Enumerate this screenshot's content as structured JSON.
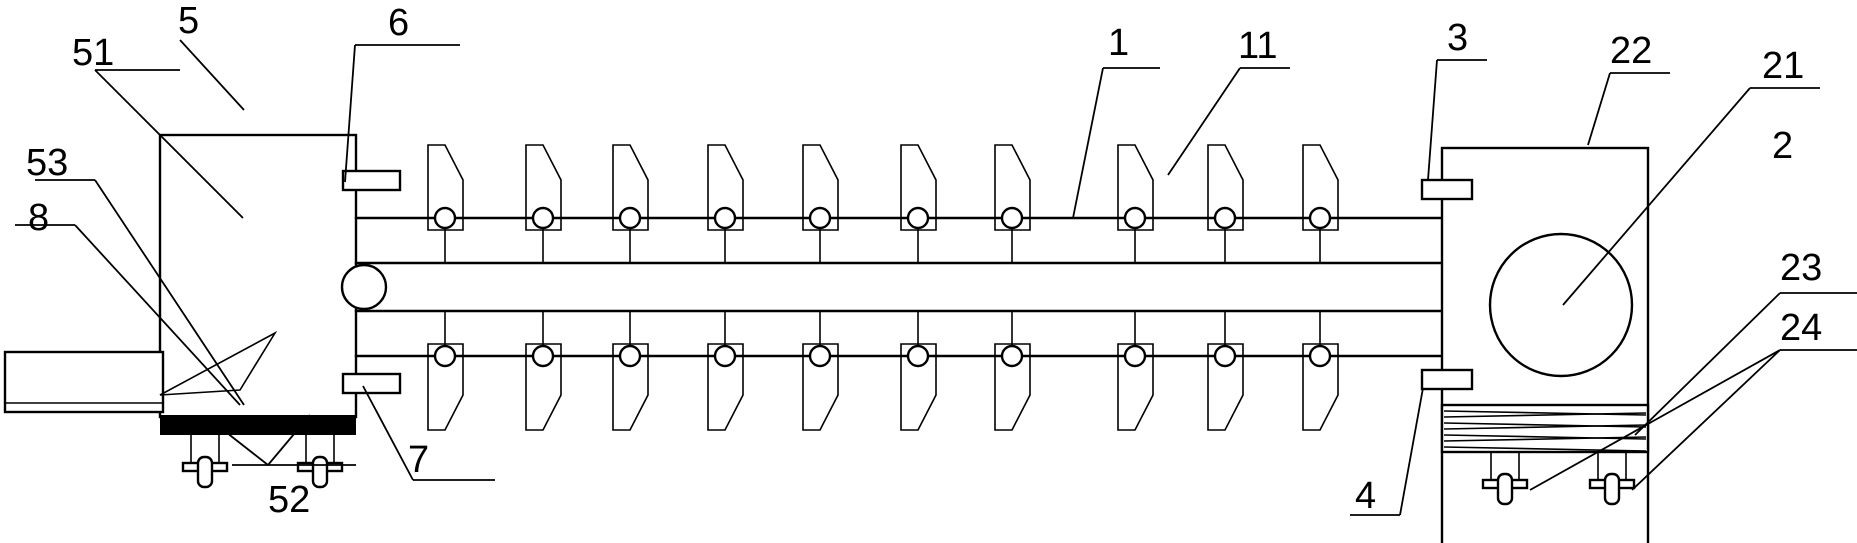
{
  "labels": {
    "l1": "1",
    "l11": "11",
    "l2": "2",
    "l21": "21",
    "l22": "22",
    "l23": "23",
    "l24": "24",
    "l3": "3",
    "l4": "4",
    "l5": "5",
    "l51": "51",
    "l52": "52",
    "l53": "53",
    "l6": "6",
    "l7": "7",
    "l8": "8"
  }
}
